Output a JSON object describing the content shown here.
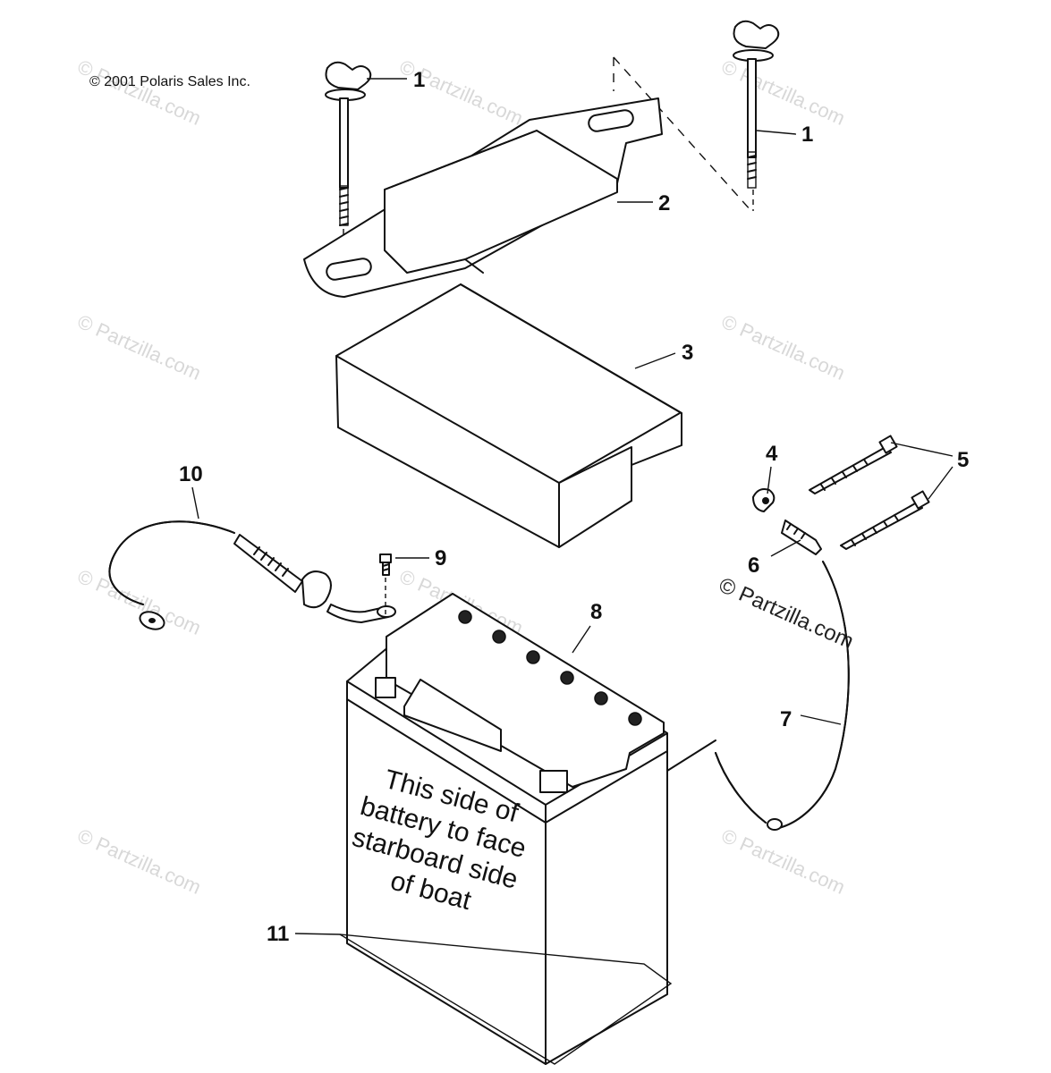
{
  "copyright": "© 2001 Polaris Sales Inc.",
  "watermark": "© Partzilla.com",
  "battery_label": [
    "This side of",
    "battery to face",
    "starboard side",
    "of boat"
  ],
  "callouts": {
    "c1a": "1",
    "c1b": "1",
    "c2": "2",
    "c3": "3",
    "c4": "4",
    "c5": "5",
    "c6": "6",
    "c7": "7",
    "c8": "8",
    "c9": "9",
    "c10": "10",
    "c11": "11"
  }
}
